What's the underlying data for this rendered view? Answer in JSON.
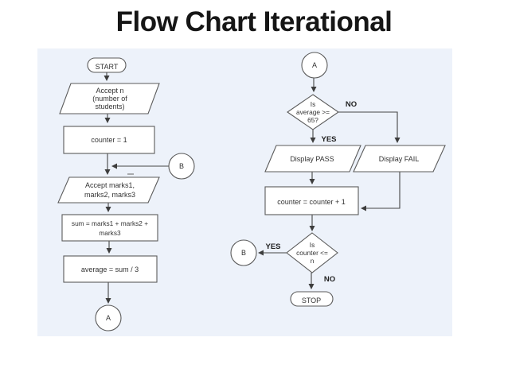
{
  "slide": {
    "title": "Flow Chart Iterational"
  },
  "flowchart": {
    "colors": {
      "background": "#edf2fa",
      "shape_fill": "#ffffff",
      "shape_stroke": "#5b5b5b",
      "line": "#454545",
      "text": "#333333"
    },
    "nodes": {
      "start": {
        "type": "terminator",
        "label": "START"
      },
      "accept_n": {
        "type": "input",
        "lines": [
          "Accept n",
          "(number of",
          "students)"
        ]
      },
      "counter_init": {
        "type": "process",
        "label": "counter = 1"
      },
      "connector_b_left": {
        "type": "connector",
        "label": "B"
      },
      "accept_marks": {
        "type": "input",
        "lines": [
          "Accept marks1,",
          "marks2, marks3"
        ]
      },
      "sum_calc": {
        "type": "process",
        "lines": [
          "sum = marks1 + marks2 +",
          "marks3"
        ]
      },
      "average_calc": {
        "type": "process",
        "label": "average = sum / 3"
      },
      "connector_a_left": {
        "type": "connector",
        "label": "A"
      },
      "connector_a_right": {
        "type": "connector",
        "label": "A"
      },
      "average_decision": {
        "type": "decision",
        "lines": [
          "Is",
          "average >=",
          "65?"
        ]
      },
      "display_pass": {
        "type": "output",
        "label": "Display PASS"
      },
      "display_fail": {
        "type": "output",
        "label": "Display FAIL"
      },
      "counter_increment": {
        "type": "process",
        "label": "counter = counter + 1"
      },
      "counter_decision": {
        "type": "decision",
        "lines": [
          "Is",
          "counter <=",
          "n"
        ]
      },
      "connector_b_right": {
        "type": "connector",
        "label": "B"
      },
      "stop": {
        "type": "terminator",
        "label": "STOP"
      }
    },
    "edge_labels": {
      "average_no": "NO",
      "average_yes": "YES",
      "counter_yes": "YES",
      "counter_no": "NO"
    }
  }
}
